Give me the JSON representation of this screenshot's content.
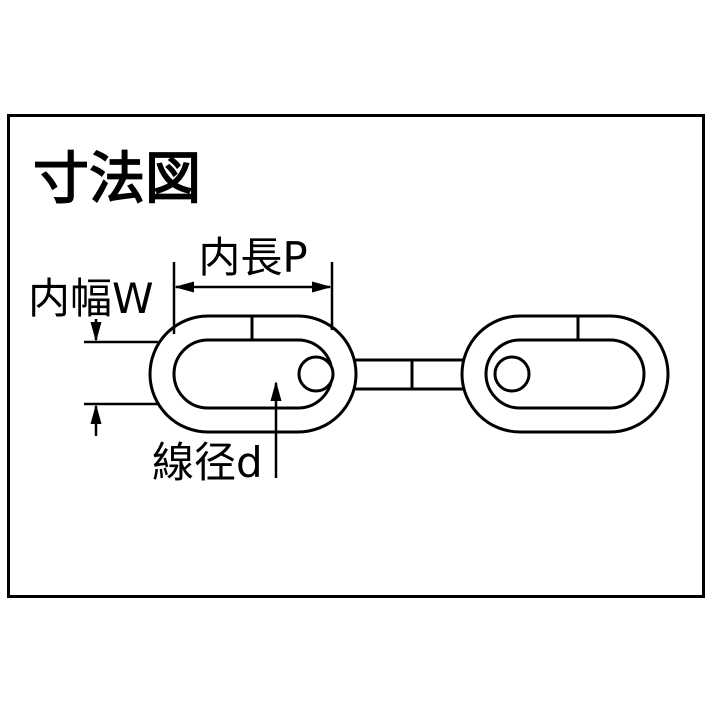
{
  "diagram": {
    "title": "寸法図",
    "labels": {
      "inner_length": "内長P",
      "inner_width": "内幅W",
      "wire_diameter": "線径d"
    },
    "colors": {
      "line": "#000000",
      "background": "#ffffff"
    }
  }
}
